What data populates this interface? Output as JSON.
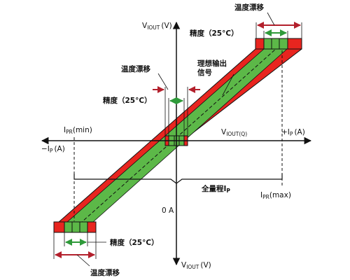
{
  "axes": {
    "y_top_label": "V",
    "y_top_sub": "IOUT",
    "y_top_unit": "(V)",
    "y_bottom_label": "V",
    "y_bottom_sub": "IOUT",
    "y_bottom_unit": "(V)",
    "x_pos_label": "+I",
    "x_pos_sub": "P",
    "x_pos_unit": "(A)",
    "x_neg_label": "−I",
    "x_neg_sub": "P",
    "x_neg_unit": "(A)",
    "origin_label": "0 A",
    "mid_output_label": "V",
    "mid_output_sub": "IOUT(Q)"
  },
  "annotations": {
    "temp_drift": "温度漂移",
    "accuracy": "精度（25°C）",
    "ideal_output_line1": "理想输出",
    "ideal_output_line2": "信号",
    "full_scale_main": "全量程I",
    "full_scale_sub": "P",
    "ipr_min_main": "I",
    "ipr_min_sub": "PR",
    "ipr_min_tail": "(min)",
    "ipr_max_main": "I",
    "ipr_max_sub": "PR",
    "ipr_max_tail": "(max)"
  },
  "colors": {
    "red": "#e8251f",
    "green": "#5cb848",
    "arrow_red": "#b3202c",
    "arrow_green": "#2f9a3a",
    "axis": "#111111"
  }
}
